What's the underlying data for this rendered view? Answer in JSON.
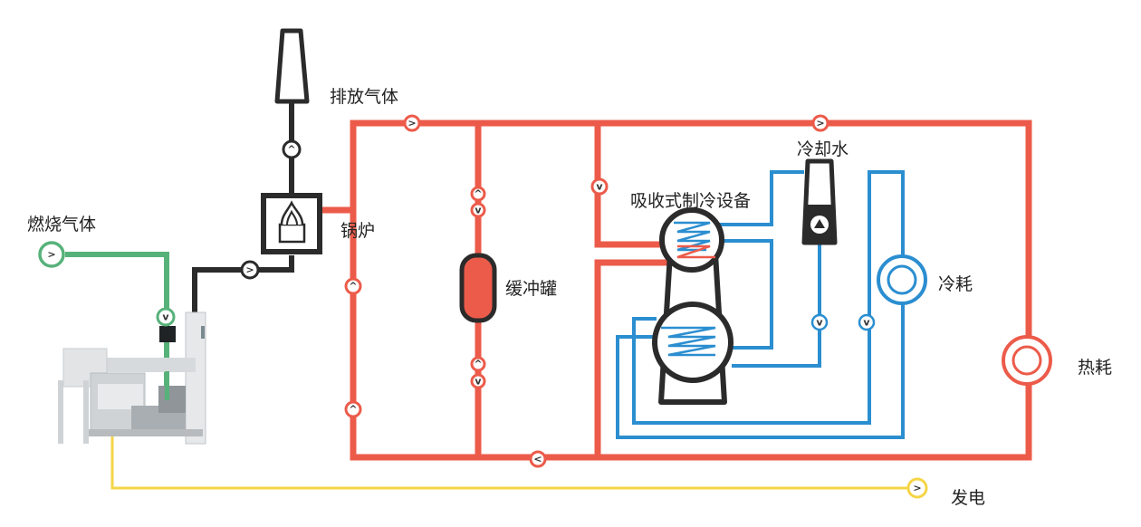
{
  "labels": {
    "exhaust_gas": "排放气体",
    "boiler": "锅炉",
    "combustion_gas": "燃烧气体",
    "buffer_tank": "缓冲罐",
    "absorption_chiller": "吸收式制冷设备",
    "cooling_water": "冷却水",
    "cooling_load": "冷耗",
    "heat_load": "热耗",
    "power_generation": "发电"
  },
  "colors": {
    "hot_water": "#ec5b4a",
    "chilled_water": "#2b8ed0",
    "flue_gas": "#2b2b2b",
    "fuel_gas": "#57b27a",
    "electricity": "#f5d547"
  },
  "icons": [
    "exhaust-stack-icon",
    "boiler-flame-icon",
    "buffer-tank-icon",
    "absorption-chiller-icon",
    "cooling-tower-icon",
    "cooling-load-icon",
    "heat-load-icon",
    "gas-engine-unit-icon",
    "flow-valve-icon"
  ]
}
